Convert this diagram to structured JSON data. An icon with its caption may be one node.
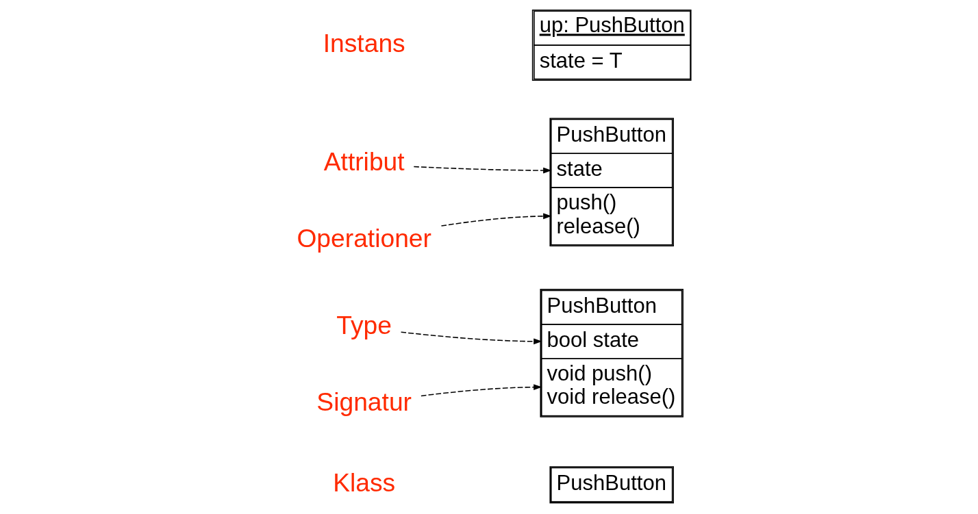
{
  "diagram": {
    "nodes": [
      {
        "text": [
          "PushButton"
        ]
      },
      {
        "text": [
          "PushButton",
          "bool state",
          "void push()",
          "void release()"
        ]
      },
      {
        "text": [
          "Type"
        ]
      },
      {
        "text": [
          "Signatur"
        ]
      },
      {
        "text": [
          "PushButton",
          "state",
          "push()",
          "release()"
        ]
      },
      {
        "text": [
          "Attribut"
        ]
      },
      {
        "text": [
          "Operationer"
        ]
      },
      {
        "text": [
          "up: PushButton",
          "state = T"
        ]
      }
    ],
    "edges": [
      {
        "from": 2,
        "to": 1,
        "arrow": "to",
        "style": "dashed"
      },
      {
        "from": 3,
        "to": 1,
        "arrow": "to",
        "style": "dashed"
      },
      {
        "from": 5,
        "to": 4,
        "arrow": "to",
        "style": "dashed"
      },
      {
        "from": 6,
        "to": 4,
        "arrow": "to",
        "style": "dashed"
      }
    ],
    "labels": [
      "Klass",
      "Instans"
    ]
  }
}
